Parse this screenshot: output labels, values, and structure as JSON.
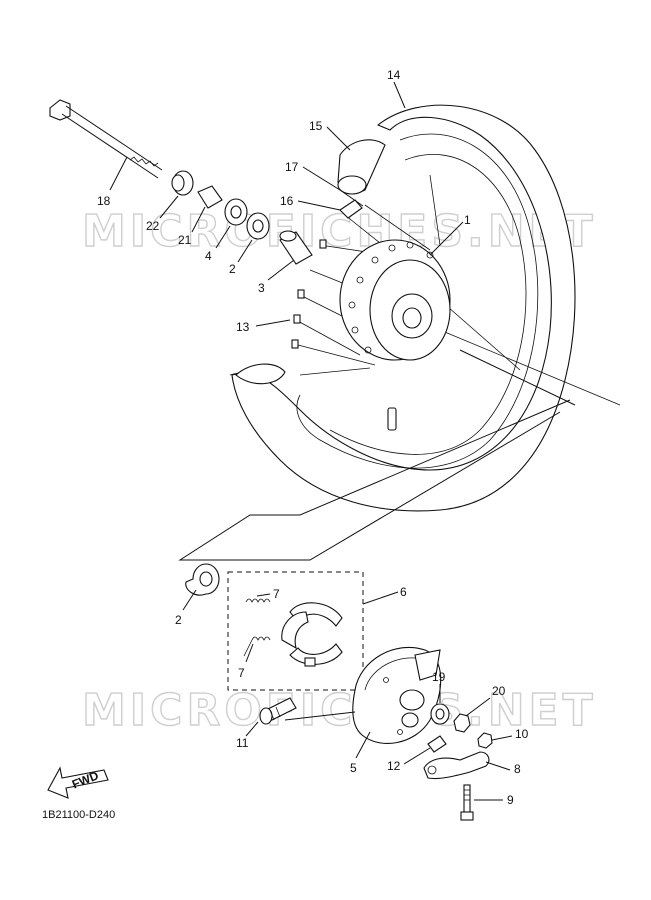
{
  "diagram": {
    "code": "1B21100-D240",
    "fwd_label": "FWD",
    "watermarks": [
      "MICROFICHES.NET",
      "MICROFICHES.NET"
    ],
    "callouts": [
      "14",
      "15",
      "17",
      "16",
      "1",
      "18",
      "22",
      "21",
      "4",
      "2",
      "3",
      "13",
      "6",
      "7",
      "7",
      "2",
      "19",
      "20",
      "11",
      "5",
      "10",
      "12",
      "8",
      "9"
    ]
  }
}
